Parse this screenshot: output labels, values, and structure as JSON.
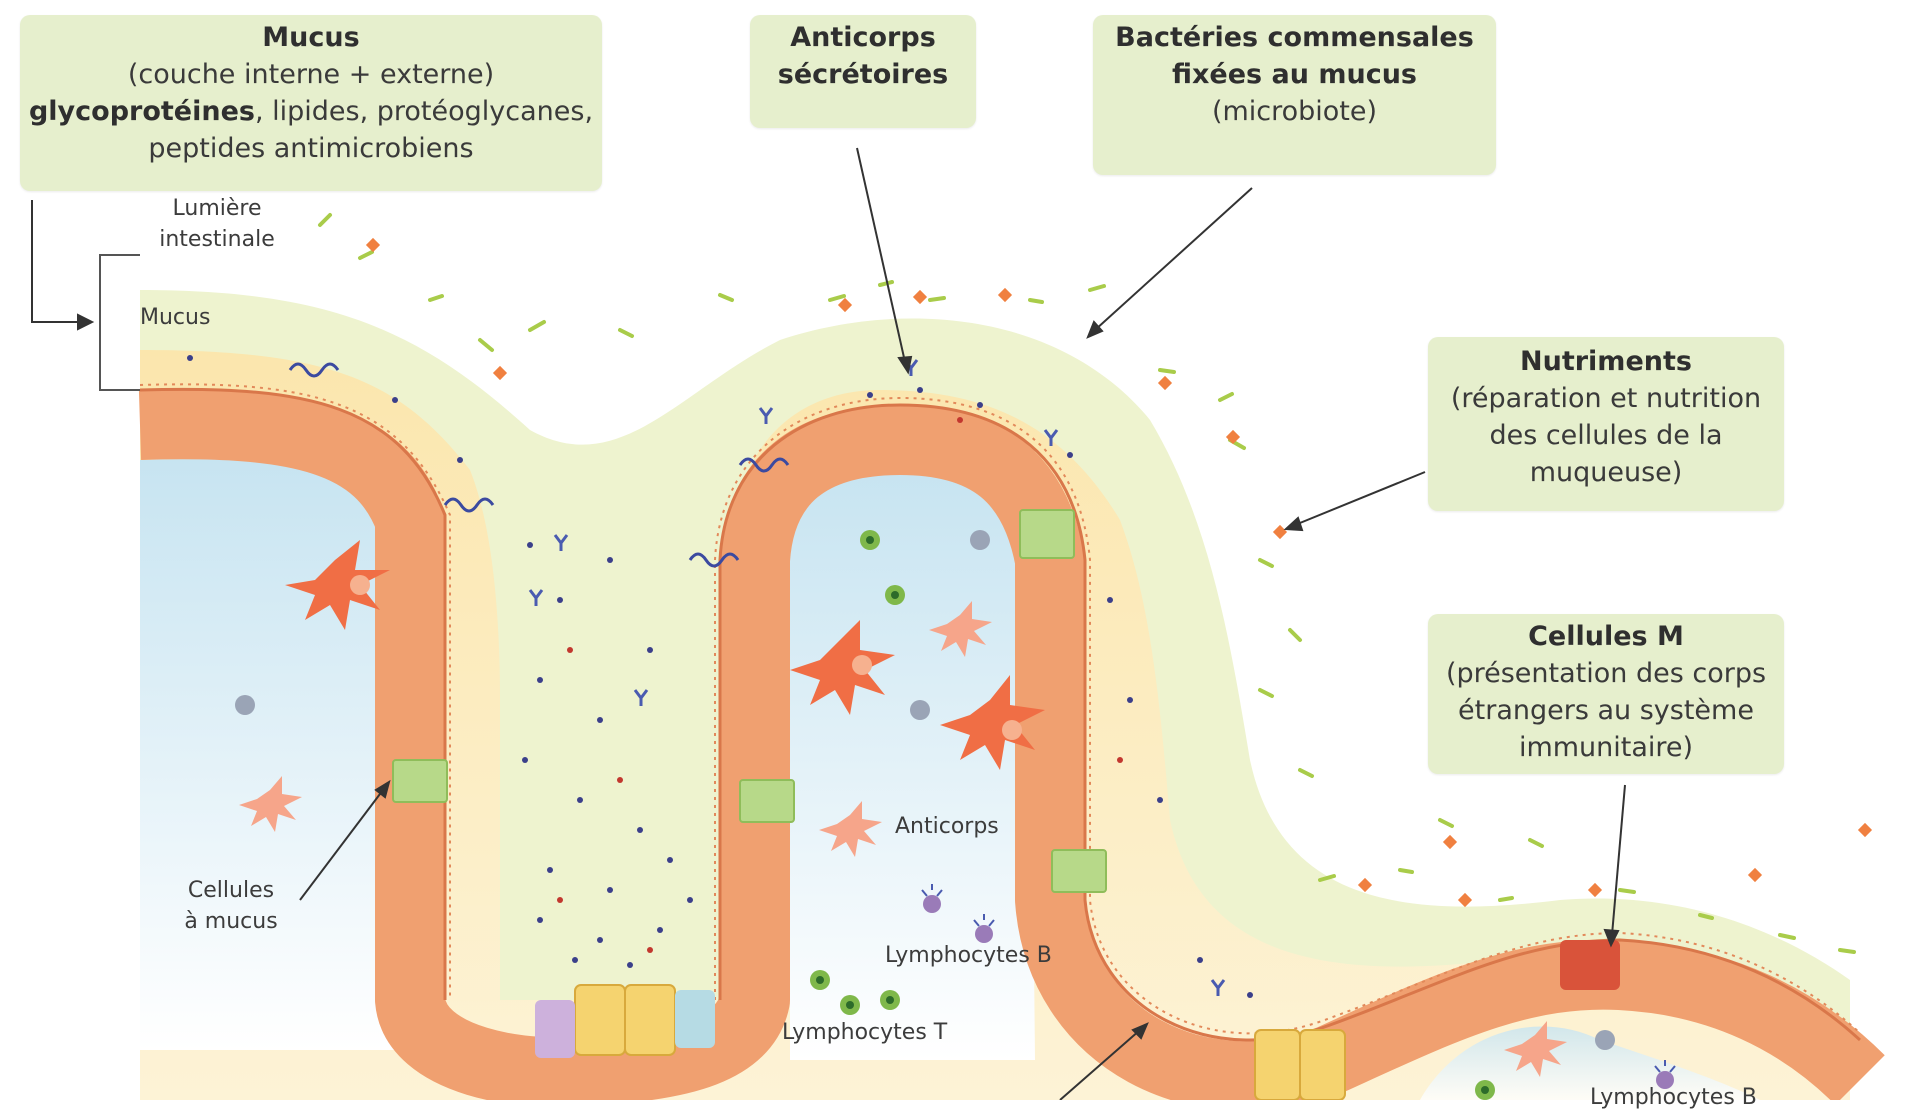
{
  "boxes": {
    "mucus": {
      "title": "Mucus",
      "line2": "(couche interne + externe)",
      "line3_bold": "glycoprotéines",
      "line3_rest": ", lipides, protéoglycanes,",
      "line4": "peptides antimicrobiens"
    },
    "anticorps": {
      "line1": "Anticorps",
      "line2": "sécrétoires"
    },
    "bacteries": {
      "line1": "Bactéries commensales",
      "line2": "fixées au mucus",
      "line3": "(microbiote)"
    },
    "nutriments": {
      "title": "Nutriments",
      "line2": "(réparation et nutrition",
      "line3": "des cellules de la",
      "line4": "muqueuse)"
    },
    "cellules_m": {
      "title": "Cellules M",
      "line2": "(présentation des corps",
      "line3": "étrangers au système",
      "line4": "immunitaire)"
    }
  },
  "labels": {
    "lumiere_1": "Lumière",
    "lumiere_2": "intestinale",
    "mucus": "Mucus",
    "cellules_mucus_1": "Cellules",
    "cellules_mucus_2": "à mucus",
    "anticorps": "Anticorps",
    "lymphocytes_b": "Lymphocytes B",
    "lymphocytes_t": "Lymphocytes T",
    "lymphocytes_b_2": "Lymphocytes B"
  },
  "colors": {
    "box_fill": "#e6efcd",
    "epithelium": "#f0a070",
    "epithelium_dark": "#d9774a",
    "mucus_outer": "#eef3cf",
    "mucus_inner": "#fbe9b4",
    "lamina_propria": "#d5eaf4",
    "goblet_cell": "#b7d989",
    "bacteria": "#a9cc4a",
    "nutrient": "#f08040",
    "dot_dark": "#3b3f8a",
    "dot_red": "#c2372f",
    "m_cell": "#d9533a"
  },
  "icons": [
    "arrow-icon",
    "bracket-icon",
    "dendritic-cell-icon",
    "lymphocyte-t-icon",
    "lymphocyte-b-icon",
    "antibody-icon",
    "bacteria-icon",
    "nutrient-icon",
    "virus-icon"
  ]
}
